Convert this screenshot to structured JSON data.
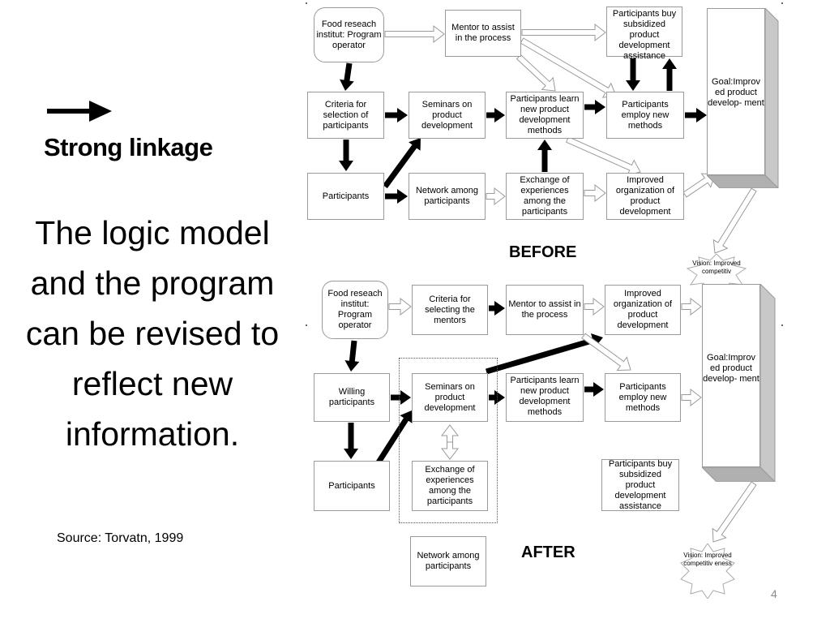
{
  "legend": {
    "label": "Strong linkage"
  },
  "main_text": "The logic model and the program can be revised to reflect new information.",
  "source": "Source: Torvatn, 1999",
  "slide_number": "4",
  "before": {
    "label": "BEFORE",
    "boxes": {
      "food": "Food reseach institut: Program operator",
      "mentor": "Mentor to assist in the process",
      "buy": "Participants buy subsidized product development assistance",
      "criteria": "Criteria for selection of participants",
      "seminars": "Seminars on product development",
      "learn": "Participants learn new product development methods",
      "employ": "Participants employ new methods",
      "participants": "Participants",
      "network": "Network among participants",
      "exchange": "Exchange of experiences among the participants",
      "improved": "Improved organization of product development"
    },
    "goal": "Goal:Improv ed product develop- ment",
    "vision": "Vision: Improved competitiv"
  },
  "after": {
    "label": "AFTER",
    "boxes": {
      "food": "Food reseach institut: Program operator",
      "criteria": "Criteria for selecting the mentors",
      "mentor": "Mentor to assist in the process",
      "improved": "Improved organization of product development",
      "willing": "Willing participants",
      "seminars": "Seminars on product development",
      "learn": "Participants learn new product development methods",
      "employ": "Participants employ new methods",
      "participants": "Participants",
      "exchange": "Exchange of experiences among the participants",
      "buy": "Participants buy subsidized product development assistance",
      "network": "Network among participants"
    },
    "goal": "Goal:Improv ed product develop- ment",
    "vision": "Vision: Improved competitiv eness"
  },
  "colors": {
    "strong_arrow": "#000000",
    "weak_arrow_outline": "#9a9a9a",
    "box_border": "#9a9a9a",
    "goal_side": "#c8c8c8"
  }
}
